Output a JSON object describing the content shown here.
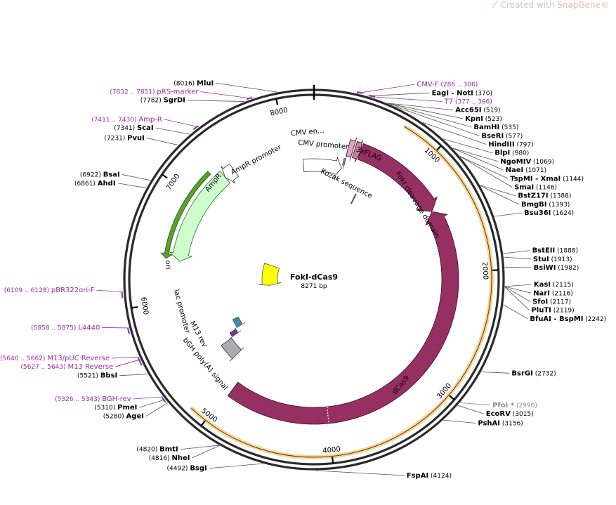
{
  "watermark": {
    "prefix": "Created with ",
    "brand": "SnapGene",
    "mark": "®"
  },
  "plasmid": {
    "name": "FokI-dCas9",
    "size_label": "8271 bp",
    "length": 8271
  },
  "colors": {
    "enzyme": "#000000",
    "primer": "#9b27b0",
    "ring": "#2b2b2b",
    "dcas9": "#963064",
    "ori": "#ffff00",
    "ampr": "#ccffcc",
    "feature_band": "#f4c36b",
    "ampr_band": "#5aa02c"
  },
  "ticks": [
    {
      "pos": 1000,
      "label": "1000"
    },
    {
      "pos": 2000,
      "label": "2000"
    },
    {
      "pos": 3000,
      "label": "3000"
    },
    {
      "pos": 4000,
      "label": "4000"
    },
    {
      "pos": 5000,
      "label": "5000"
    },
    {
      "pos": 6000,
      "label": "6000"
    },
    {
      "pos": 7000,
      "label": "7000"
    },
    {
      "pos": 8000,
      "label": "8000"
    }
  ],
  "sites": [
    {
      "pos": 8016,
      "name": "MluI",
      "coord": "(8016)",
      "side": "left",
      "type": "enzyme"
    },
    {
      "pos": 7841,
      "name": "pRS-marker",
      "coord": "(7832 .. 7851)",
      "side": "left",
      "type": "primer"
    },
    {
      "pos": 7782,
      "name": "SgrDI",
      "coord": "(7782)",
      "side": "left",
      "type": "enzyme"
    },
    {
      "pos": 7420,
      "name": "Amp-R",
      "coord": "(7411 .. 7430)",
      "side": "left",
      "type": "primer"
    },
    {
      "pos": 7341,
      "name": "ScaI",
      "coord": "(7341)",
      "side": "left",
      "type": "enzyme"
    },
    {
      "pos": 7231,
      "name": "PvuI",
      "coord": "(7231)",
      "side": "left",
      "type": "enzyme"
    },
    {
      "pos": 6922,
      "name": "BsaI",
      "coord": "(6922)",
      "side": "left",
      "type": "enzyme"
    },
    {
      "pos": 6861,
      "name": "AhdI",
      "coord": "(6861)",
      "side": "left",
      "type": "enzyme"
    },
    {
      "pos": 6118,
      "name": "pBR322ori-F",
      "coord": "(6109 .. 6128)",
      "side": "left",
      "type": "primer"
    },
    {
      "pos": 5866,
      "name": "L4440",
      "coord": "(5858 .. 5875)",
      "side": "left",
      "type": "primer"
    },
    {
      "pos": 5651,
      "name": "M13/pUC Reverse",
      "coord": "(5640 .. 5662)",
      "side": "left",
      "type": "primer"
    },
    {
      "pos": 5635,
      "name": "M13 Reverse",
      "coord": "(5627 .. 5643)",
      "side": "left",
      "type": "primer"
    },
    {
      "pos": 5521,
      "name": "BbsI",
      "coord": "(5521)",
      "side": "left",
      "type": "enzyme"
    },
    {
      "pos": 5334,
      "name": "BGH-rev",
      "coord": "(5326 .. 5343)",
      "side": "left",
      "type": "primer"
    },
    {
      "pos": 5310,
      "name": "PmeI",
      "coord": "(5310)",
      "side": "left",
      "type": "enzyme"
    },
    {
      "pos": 5280,
      "name": "AgeI",
      "coord": "(5280)",
      "side": "left",
      "type": "enzyme"
    },
    {
      "pos": 4820,
      "name": "BmtI",
      "coord": "(4820)",
      "side": "left",
      "type": "enzyme"
    },
    {
      "pos": 4816,
      "name": "NheI",
      "coord": "(4816)",
      "side": "left",
      "type": "enzyme"
    },
    {
      "pos": 4492,
      "name": "BsgI",
      "coord": "(4492)",
      "side": "left",
      "type": "enzyme"
    },
    {
      "pos": 4124,
      "name": "FspAI",
      "coord": "(4124)",
      "side": "right",
      "type": "enzyme"
    },
    {
      "pos": 296,
      "name": "CMV-F",
      "coord": "(286 .. 306)",
      "side": "right",
      "type": "primer"
    },
    {
      "pos": 370,
      "name": "EagI - NotI",
      "coord": "(370)",
      "side": "right",
      "type": "enzyme"
    },
    {
      "pos": 386,
      "name": "T7",
      "coord": "(377 .. 396)",
      "side": "right",
      "type": "primer"
    },
    {
      "pos": 519,
      "name": "Acc65I",
      "coord": "(519)",
      "side": "right",
      "type": "enzyme"
    },
    {
      "pos": 523,
      "name": "KpnI",
      "coord": "(523)",
      "side": "right",
      "type": "enzyme"
    },
    {
      "pos": 535,
      "name": "BamHI",
      "coord": "(535)",
      "side": "right",
      "type": "enzyme"
    },
    {
      "pos": 577,
      "name": "BseRI",
      "coord": "(577)",
      "side": "right",
      "type": "enzyme"
    },
    {
      "pos": 797,
      "name": "HindIII",
      "coord": "(797)",
      "side": "right",
      "type": "enzyme"
    },
    {
      "pos": 980,
      "name": "BlpI",
      "coord": "(980)",
      "side": "right",
      "type": "enzyme"
    },
    {
      "pos": 1069,
      "name": "NgoMIV",
      "coord": "(1069)",
      "side": "right",
      "type": "enzyme"
    },
    {
      "pos": 1071,
      "name": "NaeI",
      "coord": "(1071)",
      "side": "right",
      "type": "enzyme"
    },
    {
      "pos": 1144,
      "name": "TspMI - XmaI",
      "coord": "(1144)",
      "side": "right",
      "type": "enzyme"
    },
    {
      "pos": 1146,
      "name": "SmaI",
      "coord": "(1146)",
      "side": "right",
      "type": "enzyme"
    },
    {
      "pos": 1388,
      "name": "BstZ17I",
      "coord": "(1388)",
      "side": "right",
      "type": "enzyme"
    },
    {
      "pos": 1393,
      "name": "BmgBI",
      "coord": "(1393)",
      "side": "right",
      "type": "enzyme"
    },
    {
      "pos": 1624,
      "name": "Bsu36I",
      "coord": "(1624)",
      "side": "right",
      "type": "enzyme"
    },
    {
      "pos": 1888,
      "name": "BstEII",
      "coord": "(1888)",
      "side": "right",
      "type": "enzyme"
    },
    {
      "pos": 1913,
      "name": "StuI",
      "coord": "(1913)",
      "side": "right",
      "type": "enzyme"
    },
    {
      "pos": 1982,
      "name": "BsiWI",
      "coord": "(1982)",
      "side": "right",
      "type": "enzyme"
    },
    {
      "pos": 2115,
      "name": "KasI",
      "coord": "(2115)",
      "side": "right",
      "type": "enzyme"
    },
    {
      "pos": 2116,
      "name": "NarI",
      "coord": "(2116)",
      "side": "right",
      "type": "enzyme"
    },
    {
      "pos": 2117,
      "name": "SfoI",
      "coord": "(2117)",
      "side": "right",
      "type": "enzyme"
    },
    {
      "pos": 2119,
      "name": "PluTI",
      "coord": "(2119)",
      "side": "right",
      "type": "enzyme"
    },
    {
      "pos": 2242,
      "name": "BfuAI - BspMI",
      "coord": "(2242)",
      "side": "right",
      "type": "enzyme"
    },
    {
      "pos": 2732,
      "name": "BsrGI",
      "coord": "(2732)",
      "side": "right",
      "type": "enzyme"
    },
    {
      "pos": 2990,
      "name": "PfoI *",
      "coord": "(2990)",
      "side": "right",
      "type": "grey"
    },
    {
      "pos": 3015,
      "name": "EcoRV",
      "coord": "(3015)",
      "side": "right",
      "type": "enzyme"
    },
    {
      "pos": 3156,
      "name": "PshAI",
      "coord": "(3156)",
      "side": "right",
      "type": "enzyme"
    }
  ],
  "features": [
    {
      "name": "CMV en...",
      "kind": "box_arrow"
    },
    {
      "name": "CMV promoter",
      "kind": "label"
    },
    {
      "name": "3xFLAG",
      "kind": "label"
    },
    {
      "name": "Kozak sequence",
      "kind": "label"
    },
    {
      "name": "FokI cleavage domain",
      "kind": "arrow"
    },
    {
      "name": "dCas9",
      "kind": "arrow"
    },
    {
      "name": "bGH poly(A) signal",
      "kind": "label"
    },
    {
      "name": "M13 rev",
      "kind": "label"
    },
    {
      "name": "lac promoter",
      "kind": "label"
    },
    {
      "name": "ori",
      "kind": "arrow"
    },
    {
      "name": "AmpR",
      "kind": "arrow"
    },
    {
      "name": "AmpR promoter",
      "kind": "label"
    }
  ]
}
